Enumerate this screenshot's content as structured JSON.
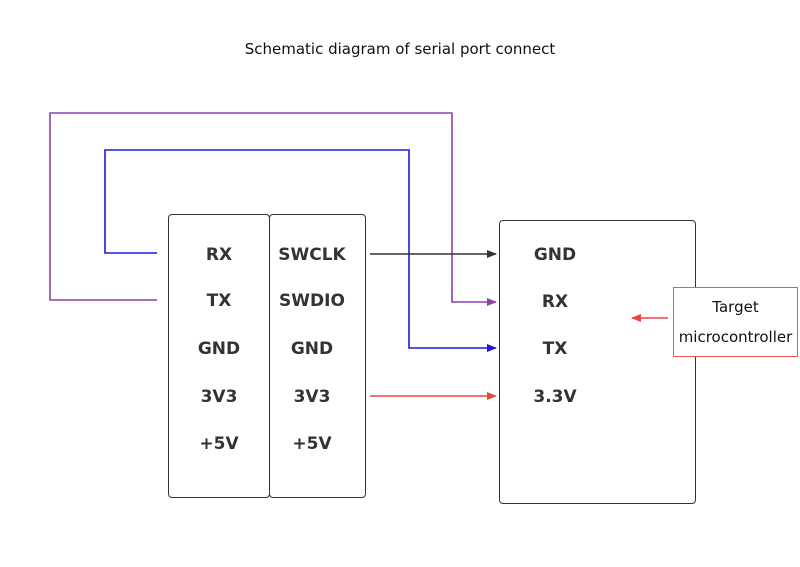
{
  "title": "Schematic diagram of serial port connect",
  "left_block_a": {
    "pins": [
      "RX",
      "TX",
      "GND",
      "3V3",
      "+5V"
    ]
  },
  "left_block_b": {
    "pins": [
      "SWCLK",
      "SWDIO",
      "GND",
      "3V3",
      "+5V"
    ]
  },
  "target_block": {
    "pins": [
      "GND",
      "RX",
      "TX",
      "3.3V"
    ]
  },
  "callout": {
    "line1": "Target",
    "line2": "microcontroller"
  },
  "colors": {
    "purple_wire": "#8e3fb0",
    "blue_wire": "#1a1adf",
    "black_wire": "#333333",
    "red_wire": "#e8473e",
    "callout_border": "#e55555",
    "box_border": "#333333"
  },
  "connections": [
    {
      "from": "TX",
      "to": "RX",
      "color": "purple_wire"
    },
    {
      "from": "RX",
      "to": "TX",
      "color": "blue_wire"
    },
    {
      "from": "SWCLK",
      "to": "GND",
      "color": "black_wire"
    },
    {
      "from": "3V3",
      "to": "3.3V",
      "color": "red_wire"
    }
  ]
}
